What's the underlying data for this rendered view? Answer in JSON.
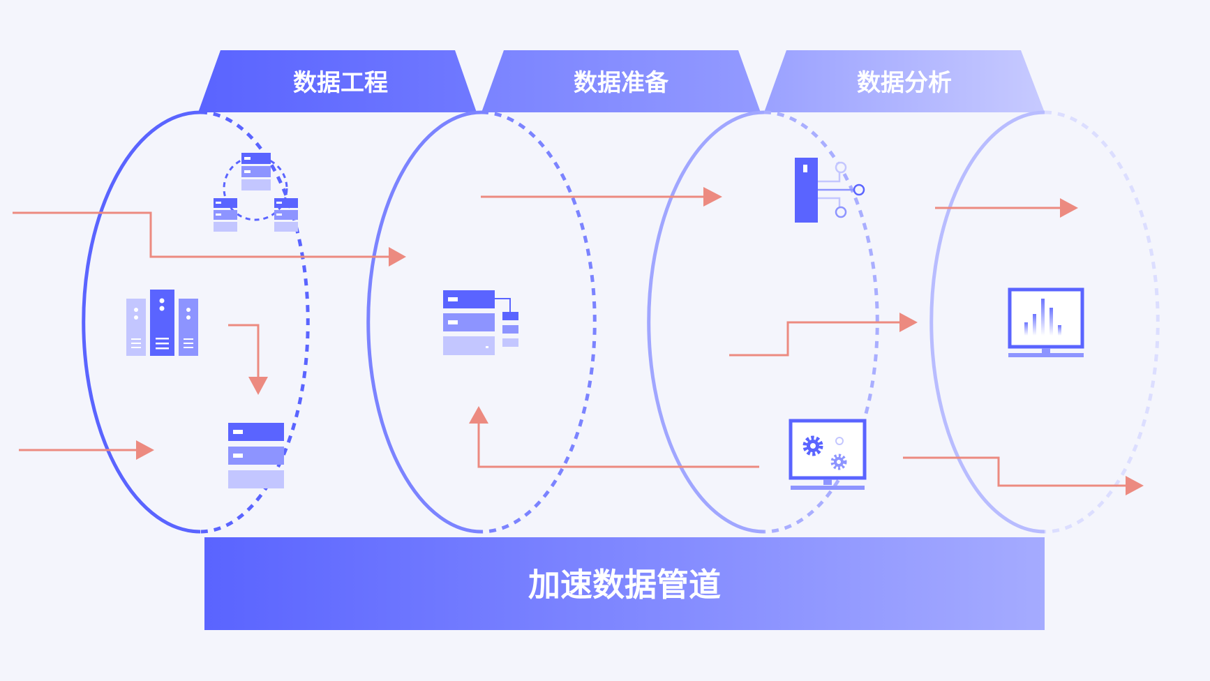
{
  "diagram": {
    "stages": [
      {
        "label": "数据工程",
        "color": "#5a64ff"
      },
      {
        "label": "数据准备",
        "color": "#7a83ff"
      },
      {
        "label": "数据分析",
        "color": "#a3a9ff"
      },
      {
        "label": "",
        "color": "#c3c7ff"
      }
    ],
    "pipeline_label": "加速数据管道",
    "colors": {
      "primary": "#5a64ff",
      "secondary": "#8d94ff",
      "light": "#c3c6ff",
      "arrow": "#ec8a80",
      "background": "#f4f5fc"
    },
    "icons": [
      "server-cluster-icon",
      "server-rack-icon",
      "server-stack-icon",
      "database-network-icon",
      "server-tree-icon",
      "analytics-monitor-icon",
      "settings-monitor-icon",
      "bar-chart-monitor-icon"
    ]
  }
}
